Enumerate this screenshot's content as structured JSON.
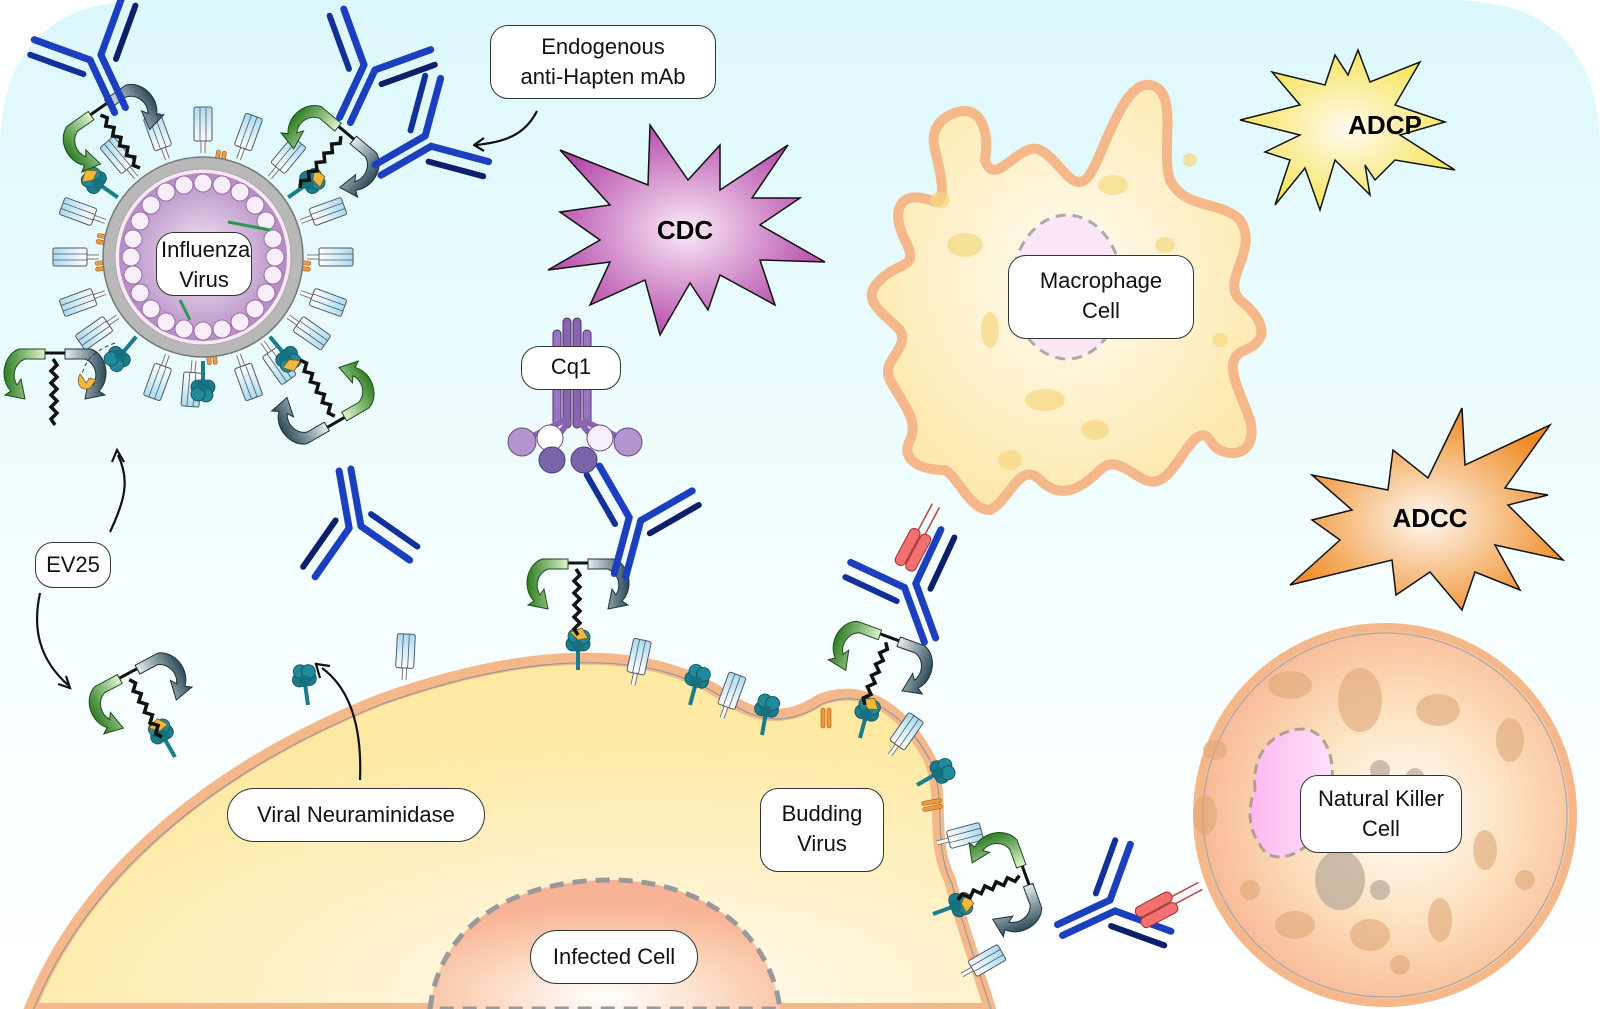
{
  "labels": {
    "endogenous_mab": "Endogenous\nanti-Hapten mAb",
    "influenza_virus": "Influenza\nVirus",
    "cq1": "Cq1",
    "macrophage": "Macrophage\nCell",
    "natural_killer": "Natural Killer\nCell",
    "ev25": "EV25",
    "viral_neuraminidase": "Viral Neuraminidase",
    "budding_virus": "Budding\nVirus",
    "infected_cell": "Infected Cell"
  },
  "mechanisms": {
    "cdc": "CDC",
    "adcp": "ADCP",
    "adcc": "ADCC"
  },
  "colors": {
    "background": "#e6fbfd",
    "antibody": "#1b3fbf",
    "antibody_dark": "#0d1f6b",
    "cdc_burst": "#b244a8",
    "adcp_burst": "#f5e25a",
    "adcc_burst": "#f0952e",
    "cell_fill": "#fde9a8",
    "membrane": "#f5b88a",
    "neuraminidase": "#1a7c8c",
    "hemagglutinin": "#bfe6f4",
    "fc_receptor": "#f06a6a",
    "cq1": "#8a64b0",
    "ev25_green": "#3a8a2e",
    "ev25_slate": "#3d5f6e"
  }
}
